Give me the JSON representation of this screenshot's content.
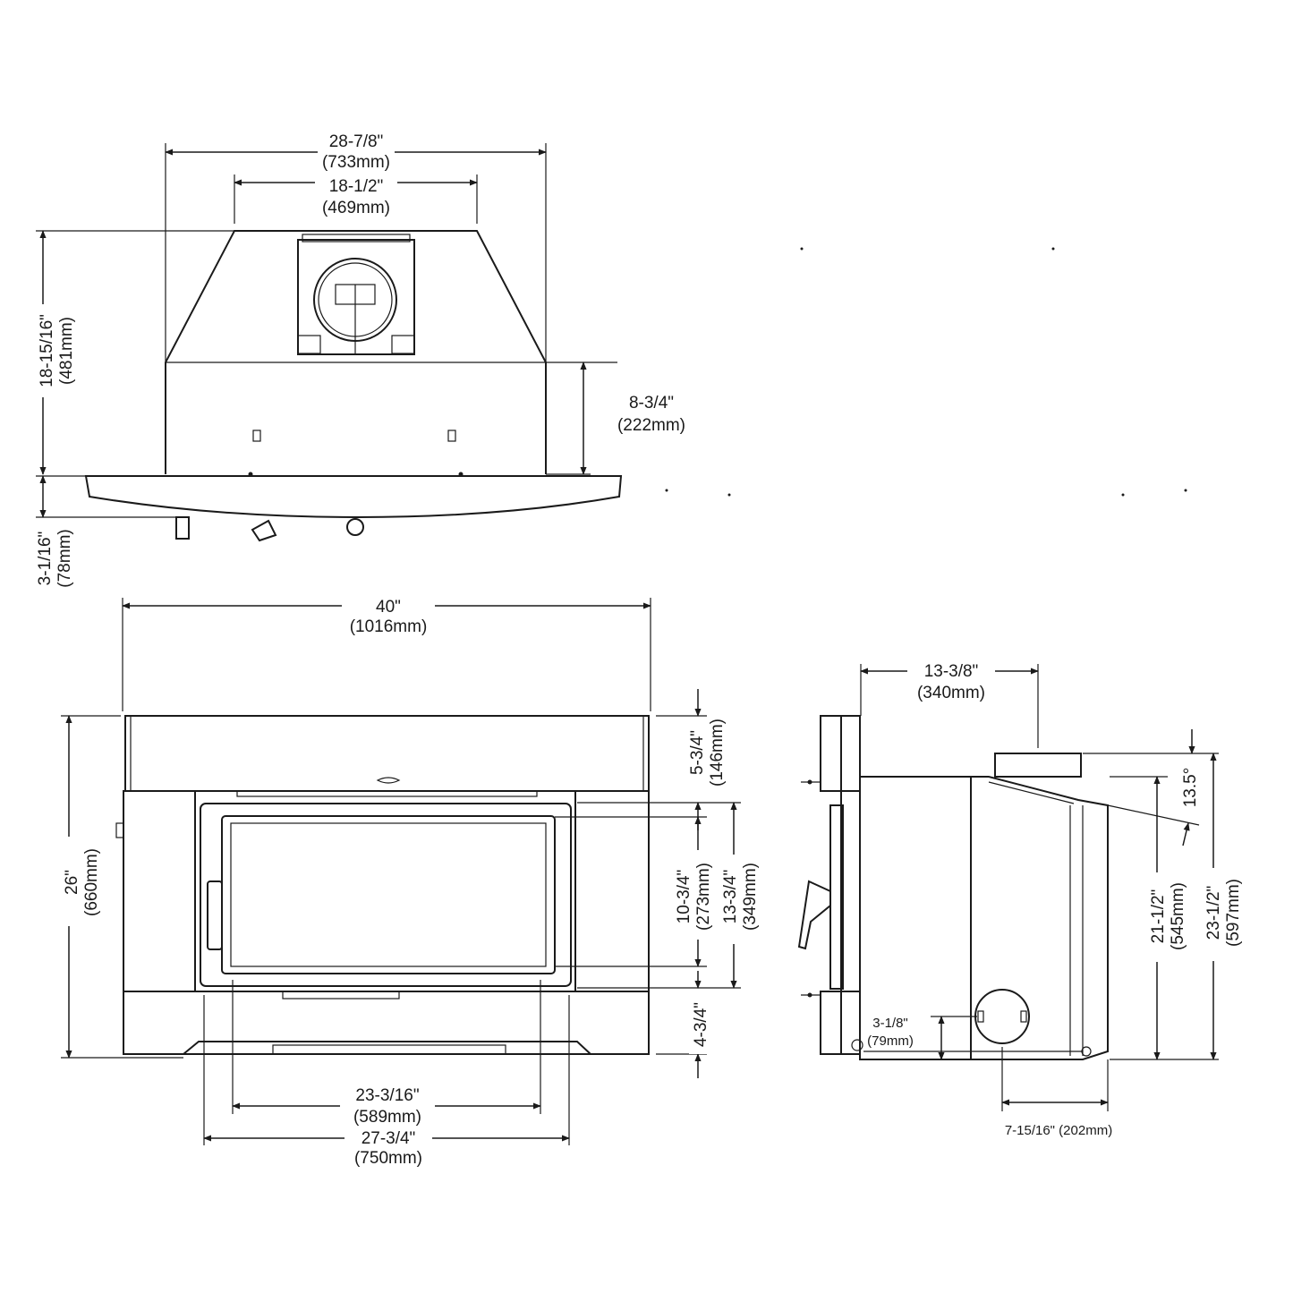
{
  "colors": {
    "line": "#1a1a1a",
    "background": "#ffffff"
  },
  "top_view": {
    "overall_width_in": "28-7/8\"",
    "overall_width_mm": "(733mm)",
    "flue_width_in": "18-1/2\"",
    "flue_width_mm": "(469mm)",
    "depth_in": "18-15/16\"",
    "depth_mm": "(481mm)",
    "step_in": "8-3/4\"",
    "step_mm": "(222mm)",
    "front_in": "3-1/16\"",
    "front_mm": "(78mm)"
  },
  "front_view": {
    "overall_width_in": "40\"",
    "overall_width_mm": "(1016mm)",
    "height_in": "26\"",
    "height_mm": "(660mm)",
    "top_band_in": "5-3/4\"",
    "top_band_mm": "(146mm)",
    "glass_height_in": "10-3/4\"",
    "glass_height_mm": "(273mm)",
    "door_height_in": "13-3/4\"",
    "door_height_mm": "(349mm)",
    "bottom_band_in": "4-3/4\"",
    "glass_width_in": "23-3/16\"",
    "glass_width_mm": "(589mm)",
    "body_width_in": "27-3/4\"",
    "body_width_mm": "(750mm)"
  },
  "side_view": {
    "depth_in": "13-3/8\"",
    "depth_mm": "(340mm)",
    "angle": "13.5°",
    "body_height_in": "21-1/2\"",
    "body_height_mm": "(545mm)",
    "overall_height_in": "23-1/2\"",
    "overall_height_mm": "(597mm)",
    "flue_height_in": "3-1/8\"",
    "flue_height_mm": "(79mm)",
    "flue_offset": "7-15/16\" (202mm)"
  }
}
